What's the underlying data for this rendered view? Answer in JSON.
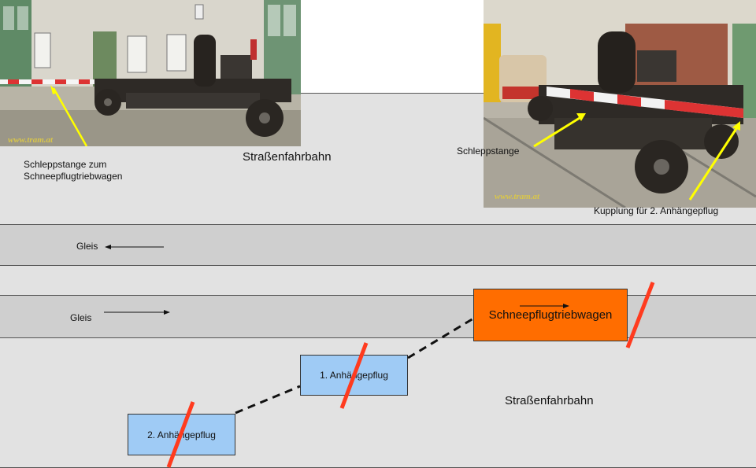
{
  "photos": {
    "left": {
      "watermark": "www.tram.at",
      "caption_line1": "Schleppstange zum",
      "caption_line2": "Schneepflugtriebwagen"
    },
    "right": {
      "watermark": "www.tram.at",
      "label_bar": "Schleppstange",
      "label_coupling": "Kupplung für 2. Anhängepflug"
    }
  },
  "road": {
    "top_label": "Straßenfahrbahn",
    "bottom_label": "Straßenfahrbahn"
  },
  "tracks": [
    {
      "label": "Gleis",
      "direction": "left"
    },
    {
      "label": "Gleis",
      "direction": "right"
    }
  ],
  "vehicles": {
    "snowplow_car": {
      "label": "Schneepflugtriebwagen",
      "color": "#ff6d00"
    },
    "plow1": {
      "label": "1. Anhängepflug",
      "color": "#9fcbf5"
    },
    "plow2": {
      "label": "2. Anhängepflug",
      "color": "#9fcbf5"
    }
  },
  "colors": {
    "road": "#e2e2e2",
    "track": "#cfcfcf",
    "plow_blade": "#ff3b1f",
    "pointer_arrow": "#ffff00"
  }
}
